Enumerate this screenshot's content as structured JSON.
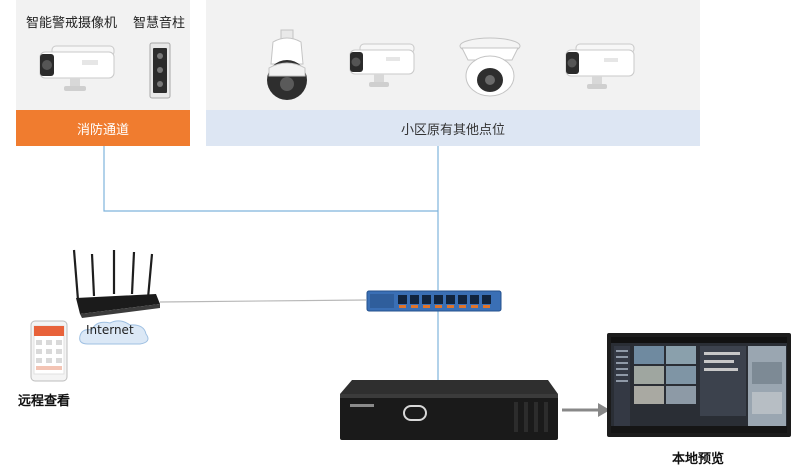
{
  "fire_lane_group": {
    "device_label_1": "智能警戒摄像机",
    "device_label_2": "智慧音柱",
    "bar_label": "消防通道"
  },
  "existing_points_group": {
    "bar_label": "小区原有其他点位"
  },
  "cloud": {
    "label": "Internet"
  },
  "remote_view": {
    "label": "远程查看"
  },
  "local_preview": {
    "label": "本地预览"
  },
  "colors": {
    "fire_lane_bar": "#f07c2f",
    "existing_bar": "#dde6f3",
    "panel_bg": "#f2f2f2",
    "connector_line": "#7fb3dc",
    "switch_body": "#3a6fb5",
    "port_led": "#e0742b"
  },
  "icons": {
    "camera_bullet": "bullet-camera-icon",
    "camera_ptz": "ptz-camera-icon",
    "camera_turret": "turret-camera-icon",
    "speaker": "speaker-column-icon",
    "router": "router-icon",
    "switch": "network-switch-icon",
    "nvr": "nvr-recorder-icon",
    "monitor": "monitor-icon",
    "phone": "smartphone-icon"
  }
}
